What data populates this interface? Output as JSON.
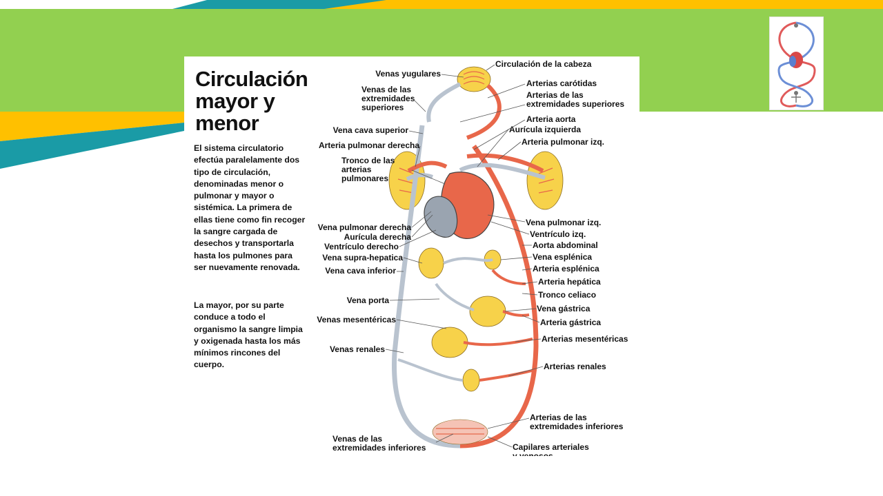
{
  "slide": {
    "colors": {
      "green_band": "#92d050",
      "teal": "#1a9ba6",
      "gold": "#ffc000"
    }
  },
  "thumbnail": {
    "icon": "circulation-figure-icon"
  },
  "diagram": {
    "title_lines": [
      "Circulación",
      "mayor y",
      "menor"
    ],
    "paragraphs": [
      "El sistema circulatorio efectúa paralelamente dos tipo de circulación, denominadas menor o pulmonar y mayor o sistémica. La primera de ellas tiene como fin recoger la sangre cargada de desechos y transportarla hasta los pulmones para ser nuevamente renovada.",
      "La mayor, por su parte conduce a todo el organismo la sangre limpia y oxigenada hasta los más mínimos rincones del cuerpo."
    ],
    "labels_left": [
      "Venas yugulares",
      "Venas de las\nextremidades\nsuperiores",
      "Vena cava superior",
      "Arteria pulmonar derecha",
      "Tronco de las\narterias\npulmonares",
      "Vena pulmonar derecha",
      "Aurícula derecha",
      "Ventrículo derecho",
      "Vena supra-hepatica",
      "Vena cava inferior",
      "Vena porta",
      "Venas mesentéricas",
      "Venas renales",
      "Venas de las\nextremidades inferiores"
    ],
    "labels_right": [
      "Circulación de la cabeza",
      "Arterias carótidas",
      "Arterias de las\nextremidades superiores",
      "Arteria aorta",
      "Aurícula izquierda",
      "Arteria pulmonar izq.",
      "Vena pulmonar izq.",
      "Ventrículo izq.",
      "Aorta abdominal",
      "Vena esplénica",
      "Arteria esplénica",
      "Arteria hepática",
      "Tronco celiaco",
      "Vena gástrica",
      "Arteria gástrica",
      "Arterias mesentéricas",
      "Arterias renales",
      "Arterias de las\nextremidades inferiores",
      "Capilares arteriales\ny venosos"
    ],
    "colors": {
      "artery": "#e8674a",
      "vein": "#b9c3cf",
      "heart_right": "#9aa4b0",
      "organ": "#f7d24a",
      "outline": "#444444"
    }
  }
}
